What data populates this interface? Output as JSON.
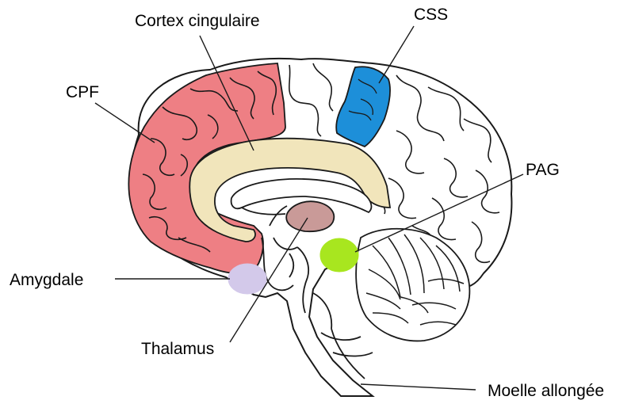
{
  "labels": {
    "cortex_cingulaire": "Cortex cingulaire",
    "css": "CSS",
    "cpf": "CPF",
    "pag": "PAG",
    "amygdale": "Amygdale",
    "thalamus": "Thalamus",
    "moelle": "Moelle allongée"
  },
  "colors": {
    "cpf": "#ee7f84",
    "cortex_cingulaire": "#f1e5bb",
    "css": "#1d8fd9",
    "thalamus": "#c99a98",
    "pag": "#a8e61f",
    "amygdale": "#d3c9ea",
    "outline": "#1a1a1a"
  }
}
